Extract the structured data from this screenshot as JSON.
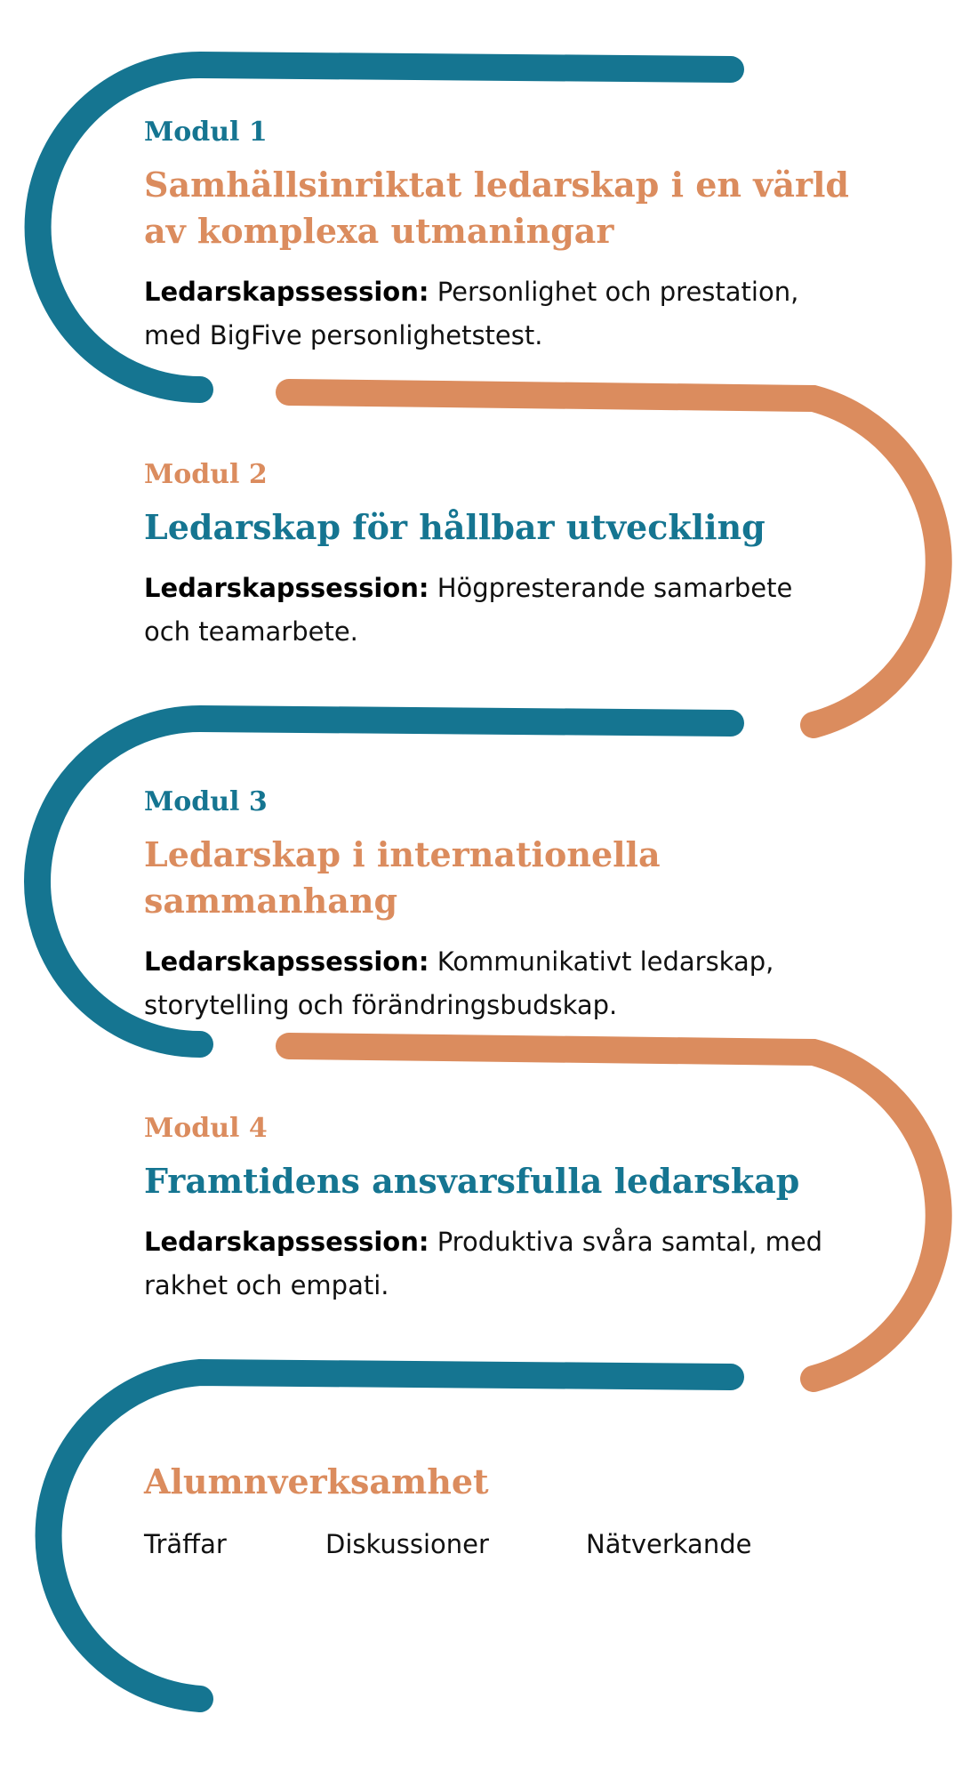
{
  "colors": {
    "blue": "#157591",
    "orange": "#db8c5e",
    "text": "#111111"
  },
  "modules": [
    {
      "label": "Modul 1",
      "title_line1": "Samhällsinriktat ledarskap i en värld",
      "title_line2": "av komplexa utmaningar",
      "session_label": "Ledarskapssession:",
      "desc_line1": "Personlighet och prestation,",
      "desc_line2": "med BigFive personlighetstest."
    },
    {
      "label": "Modul 2",
      "title_line1": "Ledarskap för hållbar utveckling",
      "session_label": "Ledarskapssession:",
      "desc_line1": "Högpresterande samarbete",
      "desc_line2": "och teamarbete."
    },
    {
      "label": "Modul 3",
      "title_line1": "Ledarskap i internationella sammanhang",
      "session_label": "Ledarskapssession:",
      "desc_line1": "Kommunikativt ledarskap,",
      "desc_line2": "storytelling och förändringsbudskap."
    },
    {
      "label": "Modul 4",
      "title_line1": "Framtidens ansvarsfulla ledarskap",
      "session_label": "Ledarskapssession:",
      "desc_line1": "Produktiva svåra samtal, med",
      "desc_line2": "rakhet och empati."
    }
  ],
  "alumni": {
    "title": "Alumnverksamhet",
    "items": [
      "Träffar",
      "Diskussioner",
      "Nätverkande"
    ]
  }
}
